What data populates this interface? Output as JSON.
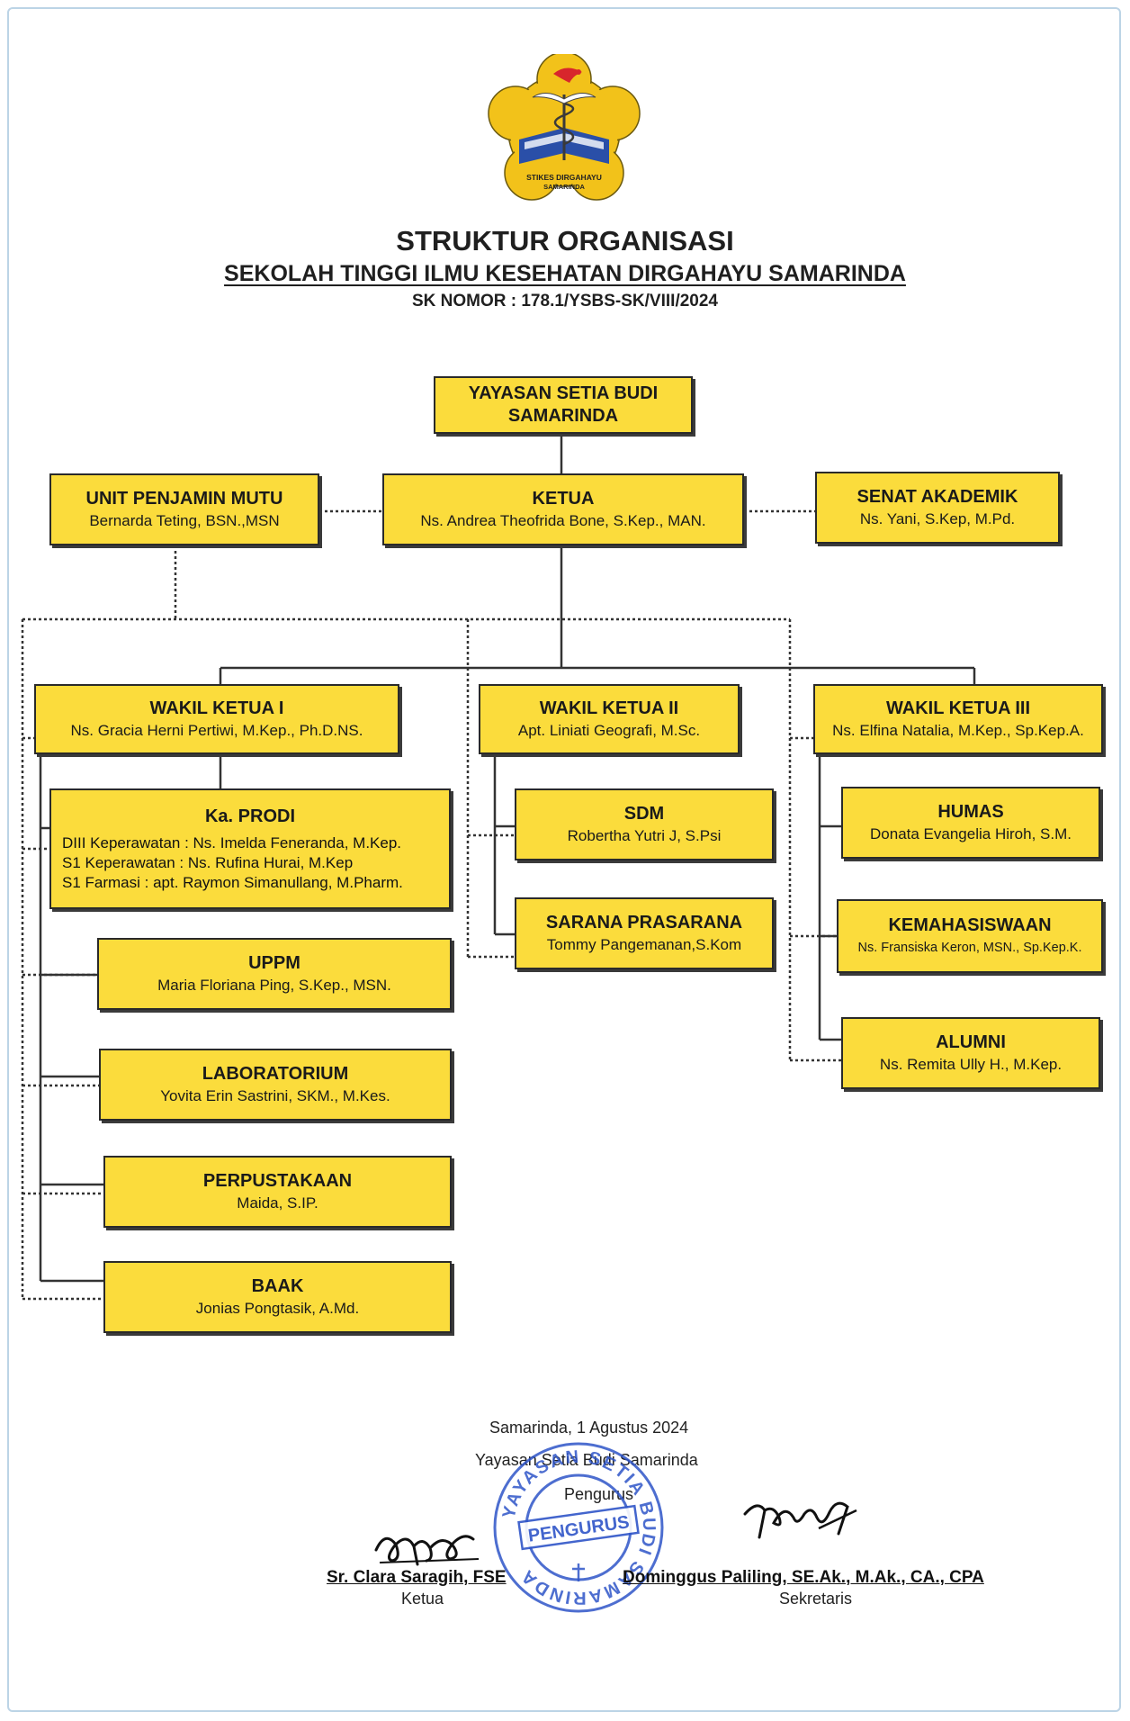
{
  "header": {
    "logo_text_1": "STIKES DIRGAHAYU",
    "logo_text_2": "SAMARINDA",
    "title": "STRUKTUR ORGANISASI",
    "subtitle": "SEKOLAH TINGGI ILMU KESEHATAN DIRGAHAYU SAMARINDA",
    "sk_number": "SK NOMOR : 178.1/YSBS-SK/VIII/2024"
  },
  "boxes": {
    "yayasan": {
      "title_line1": "YAYASAN SETIA BUDI",
      "title_line2": "SAMARINDA"
    },
    "upm": {
      "title": "UNIT PENJAMIN MUTU",
      "name": "Bernarda Teting, BSN.,MSN"
    },
    "ketua": {
      "title": "KETUA",
      "name": "Ns. Andrea Theofrida Bone, S.Kep., MAN."
    },
    "senat": {
      "title": "SENAT AKADEMIK",
      "name": "Ns. Yani, S.Kep, M.Pd."
    },
    "wk1": {
      "title": "WAKIL KETUA I",
      "name": "Ns. Gracia Herni Pertiwi, M.Kep., Ph.D.NS."
    },
    "wk2": {
      "title": "WAKIL KETUA II",
      "name": "Apt. Liniati Geografi, M.Sc."
    },
    "wk3": {
      "title": "WAKIL KETUA III",
      "name": "Ns. Elfina Natalia, M.Kep., Sp.Kep.A."
    },
    "prodi": {
      "title": "Ka. PRODI",
      "items": [
        "DIII Keperawatan : Ns. Imelda Feneranda, M.Kep.",
        "S1 Keperawatan : Ns. Rufina Hurai, M.Kep",
        "S1 Farmasi  : apt. Raymon Simanullang, M.Pharm."
      ]
    },
    "uppm": {
      "title": "UPPM",
      "name": "Maria Floriana Ping, S.Kep., MSN."
    },
    "lab": {
      "title": "LABORATORIUM",
      "name": "Yovita Erin Sastrini, SKM., M.Kes."
    },
    "perpus": {
      "title": "PERPUSTAKAAN",
      "name": "Maida, S.IP."
    },
    "baak": {
      "title": "BAAK",
      "name": "Jonias Pongtasik, A.Md."
    },
    "sdm": {
      "title": "SDM",
      "name": "Robertha Yutri J, S.Psi"
    },
    "sarpras": {
      "title": "SARANA PRASARANA",
      "name": "Tommy Pangemanan,S.Kom"
    },
    "humas": {
      "title": "HUMAS",
      "name": "Donata Evangelia Hiroh, S.M."
    },
    "kemahasiswaan": {
      "title": "KEMAHASISWAAN",
      "name": "Ns. Fransiska Keron, MSN., Sp.Kep.K."
    },
    "alumni": {
      "title": "ALUMNI",
      "name": "Ns. Remita Ully H., M.Kep."
    }
  },
  "footer": {
    "place_date": "Samarinda, 1 Agustus 2024",
    "org": "Yayasan Setia Budi Samarinda",
    "body": "Pengurus",
    "signer1_name": "Sr. Clara Saragih, FSE",
    "signer1_role": "Ketua",
    "signer2_name": "Dominggus Paliling, SE.Ak., M.Ak., CA., CPA",
    "signer2_role": "Sekretaris",
    "stamp_ring": "YAYASAN SETIA BUDI SAMARINDA",
    "stamp_center": "PENGURUS"
  },
  "colors": {
    "box_fill": "#fbdc3c",
    "logo_yellow": "#f2c21a",
    "stamp_blue": "#2f55c8"
  }
}
